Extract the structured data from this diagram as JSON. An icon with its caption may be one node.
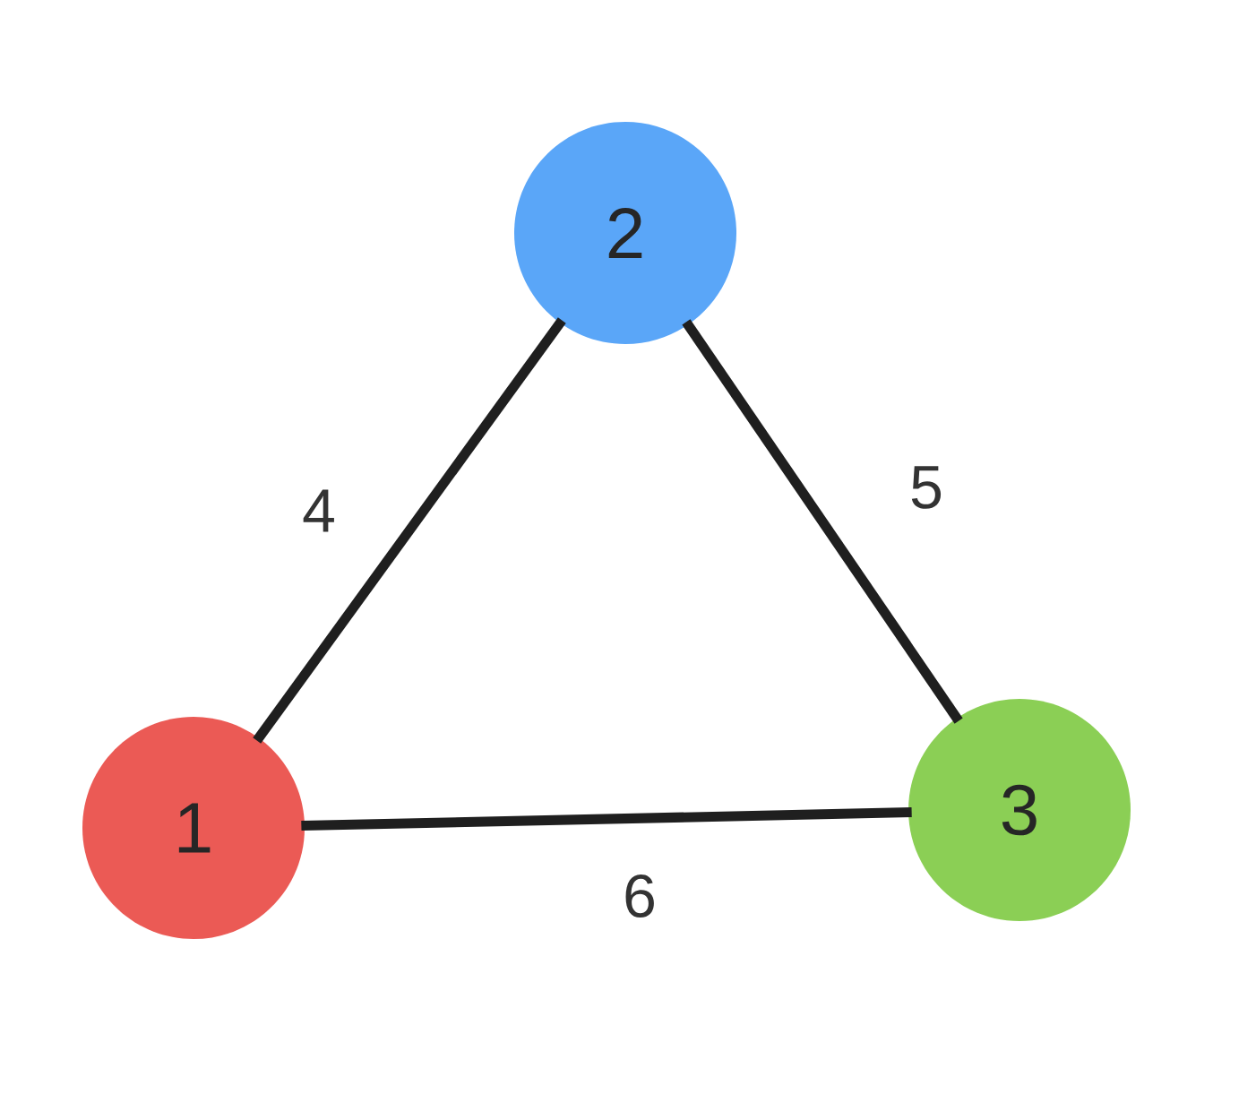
{
  "diagram": {
    "nodes": [
      {
        "text": [
          "1"
        ]
      },
      {
        "text": [
          "2"
        ]
      },
      {
        "text": [
          "3"
        ]
      }
    ],
    "edges": [
      {
        "from": 0,
        "to": 1,
        "arrow": "none",
        "label": "4"
      },
      {
        "from": 1,
        "to": 2,
        "arrow": "none",
        "label": "5"
      },
      {
        "from": 0,
        "to": 2,
        "arrow": "none",
        "label": "6"
      }
    ]
  }
}
